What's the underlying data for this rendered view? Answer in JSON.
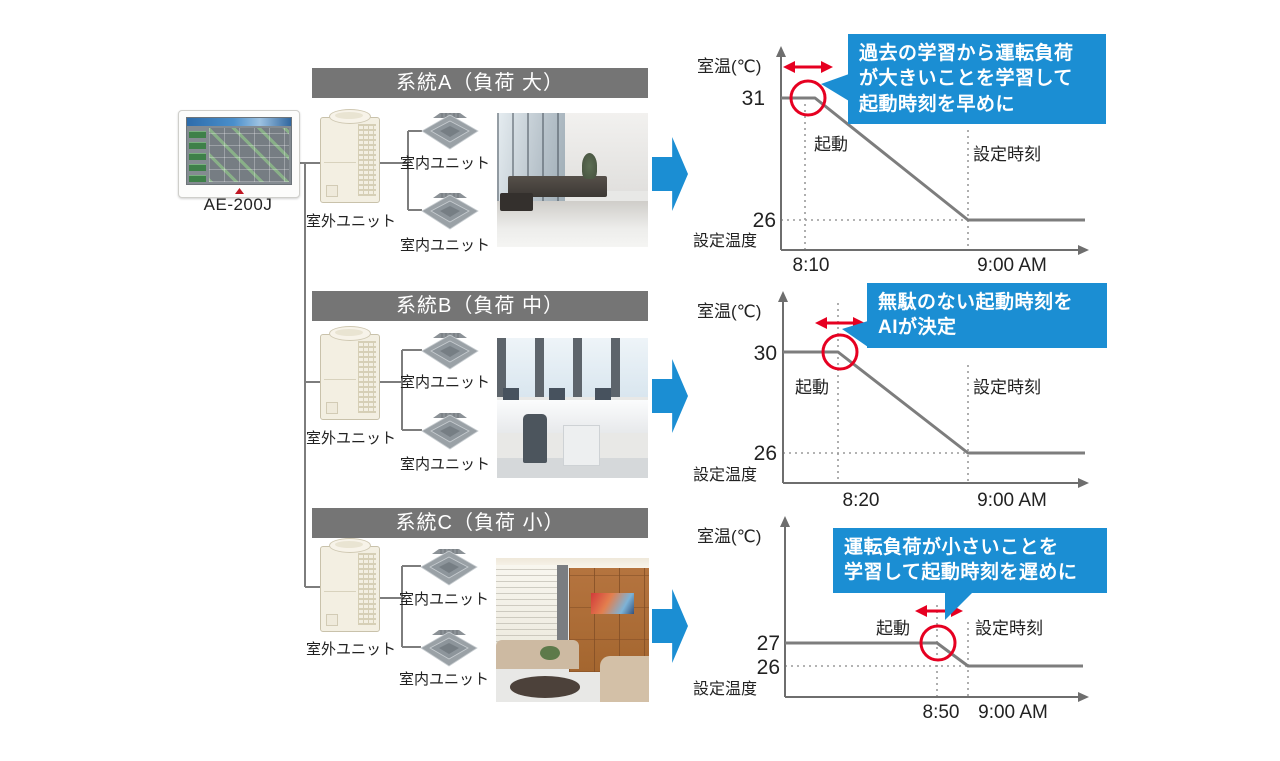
{
  "controller": {
    "model_label": "AE-200J"
  },
  "colors": {
    "accent_blue": "#1b8ed3",
    "header_gray": "#757575",
    "chart_line_gray": "#7d7d7d",
    "alert_red": "#e60021"
  },
  "systems": [
    {
      "header": "系統A（負荷 大）",
      "outdoor_unit_label": "室外ユニット",
      "indoor_unit_labels": [
        "室内ユニット",
        "室内ユニット"
      ],
      "photo": "office-lobby-interior"
    },
    {
      "header": "系統B（負荷 中）",
      "outdoor_unit_label": "室外ユニット",
      "indoor_unit_labels": [
        "室内ユニット",
        "室内ユニット"
      ],
      "photo": "office-workspace-interior"
    },
    {
      "header": "系統C（負荷 小）",
      "outdoor_unit_label": "室外ユニット",
      "indoor_unit_labels": [
        "室内ユニット",
        "室内ユニット"
      ],
      "photo": "lounge-interior"
    }
  ],
  "chart_data": [
    {
      "type": "line",
      "system": "系統A（負荷 大）",
      "ylabel": "室温(℃)",
      "y_bottom_label": "設定温度",
      "yticks": [
        "31",
        "26"
      ],
      "xticks": [
        "8:10",
        "9:00 AM"
      ],
      "start_label": "起動",
      "set_time_label": "設定時刻",
      "start_time": "8:10",
      "set_time": "9:00 AM",
      "start_temp": 31,
      "set_temp": 26,
      "series": [
        {
          "name": "室温",
          "x": [
            "start",
            "8:10",
            "9:00 AM",
            "end"
          ],
          "y": [
            31,
            31,
            26,
            26
          ]
        }
      ],
      "callout_lines": [
        "過去の学習から運転負荷",
        "が大きいことを学習して",
        "起動時刻を早めに"
      ],
      "legend": "none",
      "grid": "dotted-reference-lines"
    },
    {
      "type": "line",
      "system": "系統B（負荷 中）",
      "ylabel": "室温(℃)",
      "y_bottom_label": "設定温度",
      "yticks": [
        "30",
        "26"
      ],
      "xticks": [
        "8:20",
        "9:00 AM"
      ],
      "start_label": "起動",
      "set_time_label": "設定時刻",
      "start_time": "8:20",
      "set_time": "9:00 AM",
      "start_temp": 30,
      "set_temp": 26,
      "series": [
        {
          "name": "室温",
          "x": [
            "start",
            "8:20",
            "9:00 AM",
            "end"
          ],
          "y": [
            30,
            30,
            26,
            26
          ]
        }
      ],
      "callout_lines": [
        "無駄のない起動時刻を",
        "AIが決定"
      ],
      "legend": "none",
      "grid": "dotted-reference-lines"
    },
    {
      "type": "line",
      "system": "系統C（負荷 小）",
      "ylabel": "室温(℃)",
      "y_bottom_label": "設定温度",
      "yticks": [
        "27",
        "26"
      ],
      "xticks": [
        "8:50",
        "9:00 AM"
      ],
      "start_label": "起動",
      "set_time_label": "設定時刻",
      "start_time": "8:50",
      "set_time": "9:00 AM",
      "start_temp": 27,
      "set_temp": 26,
      "series": [
        {
          "name": "室温",
          "x": [
            "start",
            "8:50",
            "9:00 AM",
            "end"
          ],
          "y": [
            27,
            27,
            26,
            26
          ]
        }
      ],
      "callout_lines": [
        "運転負荷が小さいことを",
        "学習して起動時刻を遅めに"
      ],
      "legend": "none",
      "grid": "dotted-reference-lines"
    }
  ]
}
